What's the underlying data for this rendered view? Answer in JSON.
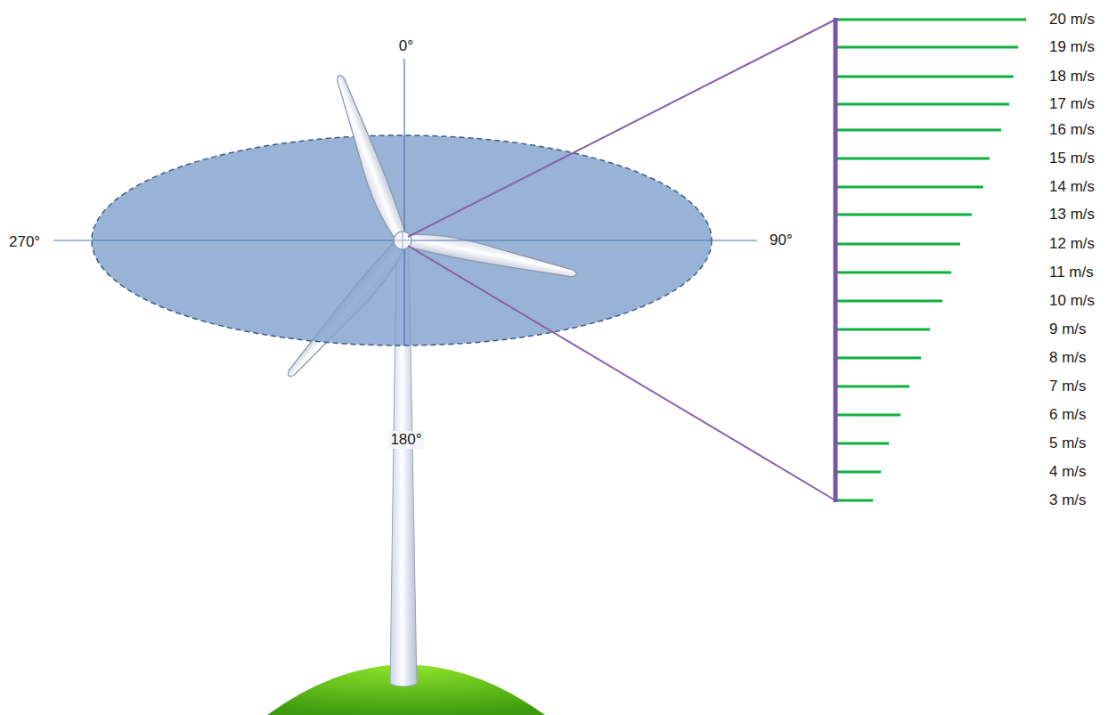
{
  "diagram": {
    "labels": [
      "0°",
      "270°",
      "90°",
      "180°",
      "20 m/s",
      "19 m/s",
      "18 m/s",
      "17 m/s",
      "16 m/s",
      "15 m/s",
      "14 m/s",
      "13 m/s",
      "12 m/s",
      "11 m/s",
      "10 m/s",
      "9 m/s",
      "8 m/s",
      "7 m/s",
      "6 m/s",
      "5 m/s",
      "4 m/s",
      "3 m/s"
    ]
  }
}
